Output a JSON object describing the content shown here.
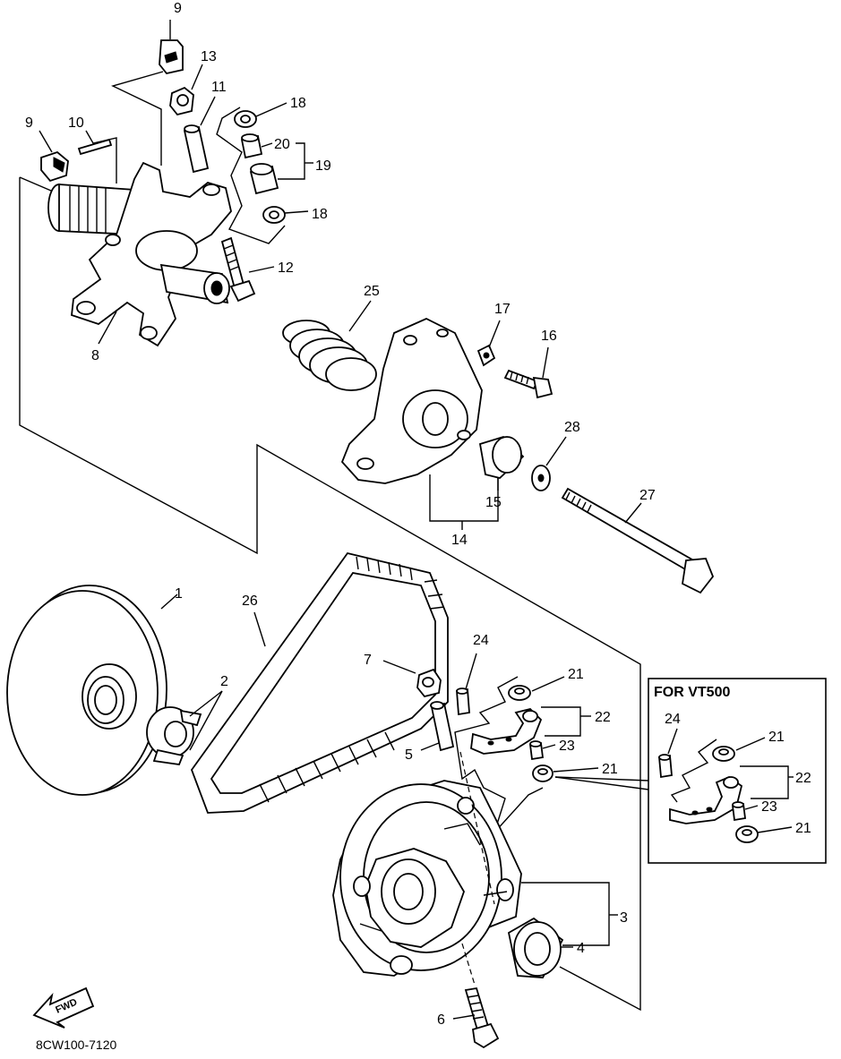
{
  "diagram": {
    "callouts": {
      "c1": "1",
      "c2": "2",
      "c3": "3",
      "c4": "4",
      "c5": "5",
      "c6": "6",
      "c7": "7",
      "c8": "8",
      "c9a": "9",
      "c9b": "9",
      "c10": "10",
      "c11": "11",
      "c12": "12",
      "c13": "13",
      "c14": "14",
      "c15": "15",
      "c16": "16",
      "c17": "17",
      "c18a": "18",
      "c18b": "18",
      "c19": "19",
      "c20": "20",
      "c21a": "21",
      "c21b": "21",
      "c22": "22",
      "c23": "23",
      "c24": "24",
      "c25": "25",
      "c26": "26",
      "c27": "27",
      "c28": "28"
    },
    "inset": {
      "title": "FOR VT500",
      "c21a": "21",
      "c21b": "21",
      "c22": "22",
      "c23": "23",
      "c24": "24"
    },
    "fwd_label": "FWD",
    "footer_code": "8CW100-7120"
  }
}
